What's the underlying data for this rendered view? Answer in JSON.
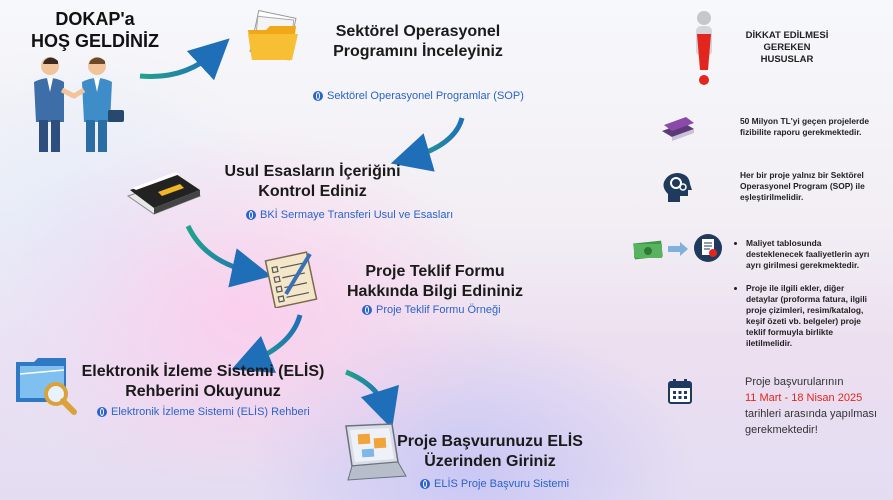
{
  "welcome": {
    "line1": "DOKAP'a",
    "line2": "HOŞ GELDİNİZ"
  },
  "steps": [
    {
      "title1": "Sektörel Operasyonel",
      "title2": "Programını İnceleyiniz",
      "link": "Sektörel Operasyonel Programlar (SOP)"
    },
    {
      "title1": "Usul Esasların İçeriğini",
      "title2": "Kontrol Ediniz",
      "link": "BKİ Sermaye Transferi Usul ve Esasları"
    },
    {
      "title1": "Proje Teklif Formu",
      "title2": "Hakkında Bilgi Edininiz",
      "link": "Proje Teklif Formu Örneği"
    },
    {
      "title1": "Elektronik İzleme Sistemi (ELİS)",
      "title2": "Rehberini Okuyunuz",
      "link": "Elektronik İzleme Sistemi (ELİS) Rehberi"
    },
    {
      "title1": "Proje Başvurunuzu ELİS",
      "title2": "Üzerinden Giriniz",
      "link": "ELİS Proje Başvuru Sistemi"
    }
  ],
  "warnings": {
    "title1": "DİKKAT EDİLMESİ GEREKEN",
    "title2": "HUSUSLAR",
    "note1_l1": "50 Milyon TL'yi geçen projelerde",
    "note1_l2": "fizibilite raporu gerekmektedir.",
    "note2_l1": "Her bir proje yalnız bir Sektörel",
    "note2_l2": "Operasyonel Program (SOP) ile",
    "note2_l3": "eşleştirilmelidir.",
    "bullet1_l1": "Maliyet tablosunda",
    "bullet1_l2": "desteklenecek faaliyetlerin ayrı",
    "bullet1_l3": "ayrı girilmesi gerekmektedir.",
    "bullet2_l1": "Proje ile ilgili ekler, diğer",
    "bullet2_l2": "detaylar (proforma fatura, ilgili",
    "bullet2_l3": "proje çizimleri, resim/katalog,",
    "bullet2_l4": "keşif özeti vb. belgeler) proje",
    "bullet2_l5": "teklif formuyla birlikte",
    "bullet2_l6": "iletilmelidir.",
    "dates_l1": "Proje başvurularının",
    "dates_range": "11 Mart - 18 Nisan 2025",
    "dates_l3": "tarihleri arasında yapılması",
    "dates_l4": "gerekmektedir!"
  },
  "colors": {
    "link": "#2a64c8",
    "arrow": "#1f9a8f",
    "warning": "#e2261d"
  },
  "icons": [
    "handshake-icon",
    "folder-icon",
    "binder-icon",
    "checklist-icon",
    "search-folder-icon",
    "laptop-icon",
    "exclamation-icon",
    "books-icon",
    "head-gears-icon",
    "money-icon",
    "document-icon",
    "calendar-icon",
    "globe-icon"
  ]
}
